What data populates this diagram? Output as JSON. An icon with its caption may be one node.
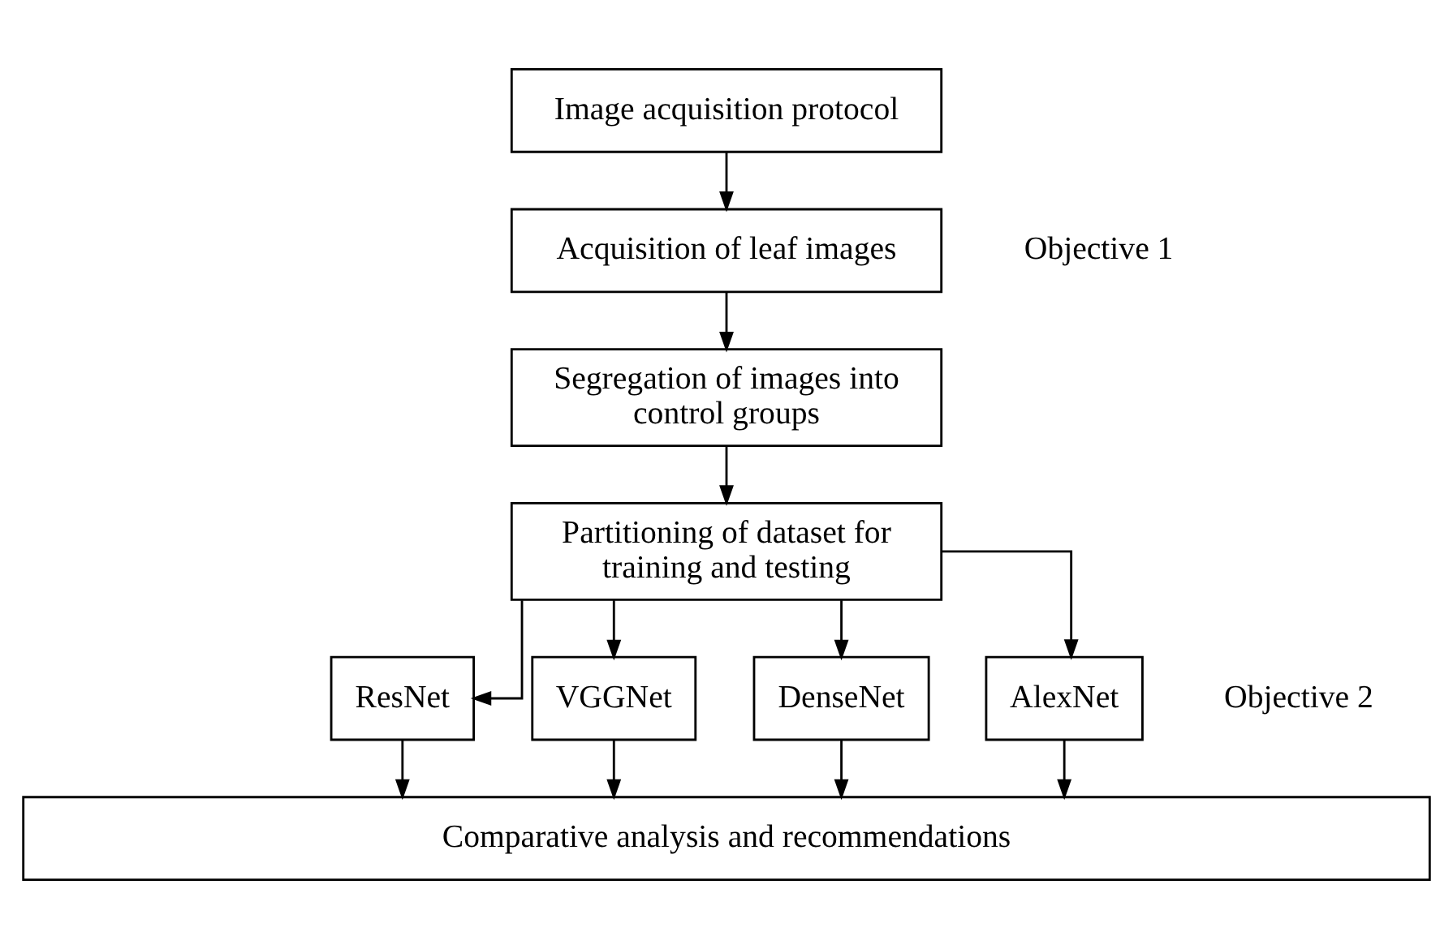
{
  "diagram": {
    "nodes": [
      {
        "text": [
          "Image acquisition protocol"
        ]
      },
      {
        "text": [
          "Acquisition of leaf images"
        ]
      },
      {
        "text": [
          "Segregation of images into control groups"
        ]
      },
      {
        "text": [
          "Partitioning of dataset for training and testing"
        ]
      },
      {
        "text": [
          "ResNet"
        ]
      },
      {
        "text": [
          "VGGNet"
        ]
      },
      {
        "text": [
          "DenseNet"
        ]
      },
      {
        "text": [
          "AlexNet"
        ]
      },
      {
        "text": [
          "Comparative analysis and recommendations"
        ]
      }
    ],
    "edges": [
      {
        "from": 0,
        "to": 1,
        "arrow": "to"
      },
      {
        "from": 1,
        "to": 2,
        "arrow": "to"
      },
      {
        "from": 2,
        "to": 3,
        "arrow": "to"
      },
      {
        "from": 3,
        "to": 4,
        "arrow": "to"
      },
      {
        "from": 3,
        "to": 5,
        "arrow": "to"
      },
      {
        "from": 3,
        "to": 6,
        "arrow": "to"
      },
      {
        "from": 3,
        "to": 7,
        "arrow": "to"
      },
      {
        "from": 4,
        "to": 8,
        "arrow": "to"
      },
      {
        "from": 5,
        "to": 8,
        "arrow": "to"
      },
      {
        "from": 6,
        "to": 8,
        "arrow": "to"
      },
      {
        "from": 7,
        "to": 8,
        "arrow": "to"
      }
    ],
    "labels": [
      "Objective 1",
      "Objective 2"
    ]
  }
}
